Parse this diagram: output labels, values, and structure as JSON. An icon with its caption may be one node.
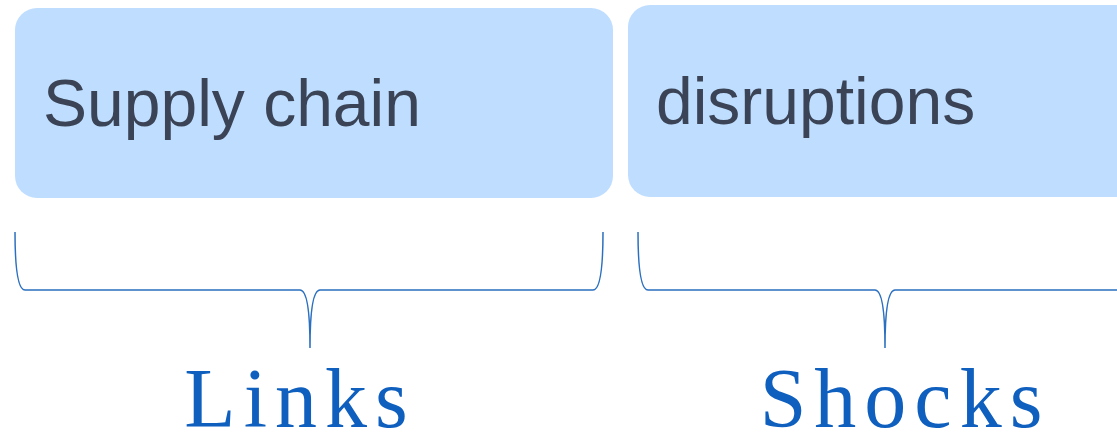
{
  "diagram": {
    "nodes": [
      {
        "text": [
          "Supply chain"
        ]
      },
      {
        "text": [
          "disruptions"
        ]
      }
    ],
    "labels": [
      "Links",
      "Shocks"
    ]
  }
}
